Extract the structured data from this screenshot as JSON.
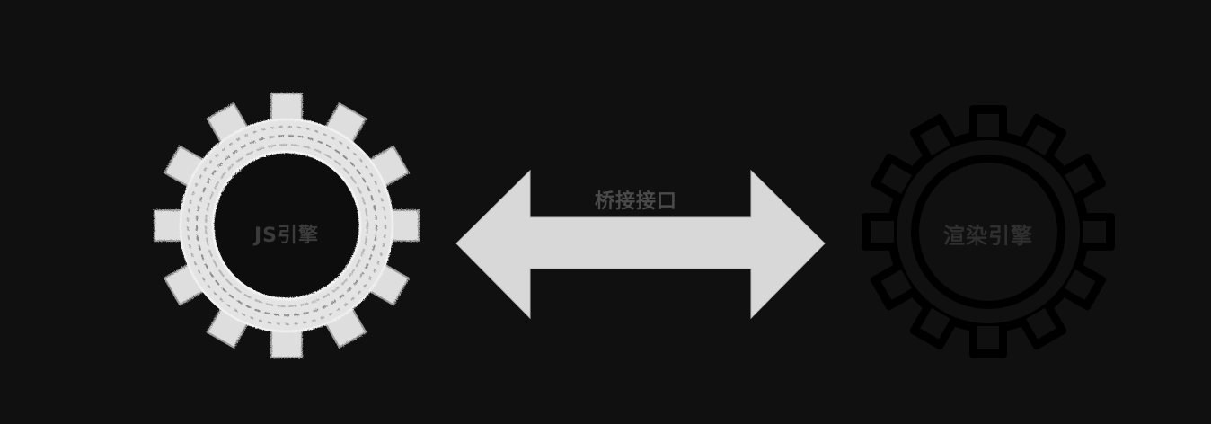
{
  "diagram": {
    "left_gear": {
      "label": "JS引擎",
      "icon": "sketch-gear-icon"
    },
    "right_gear": {
      "label": "渲染引擎",
      "icon": "outline-gear-icon"
    },
    "connector": {
      "label": "桥接接口",
      "icon": "double-arrow-icon"
    }
  },
  "colors": {
    "background": "#101010",
    "sketch_gear": "#e6e6e6",
    "arrow": "#d8d8d8",
    "outline_gear": "#000000"
  }
}
